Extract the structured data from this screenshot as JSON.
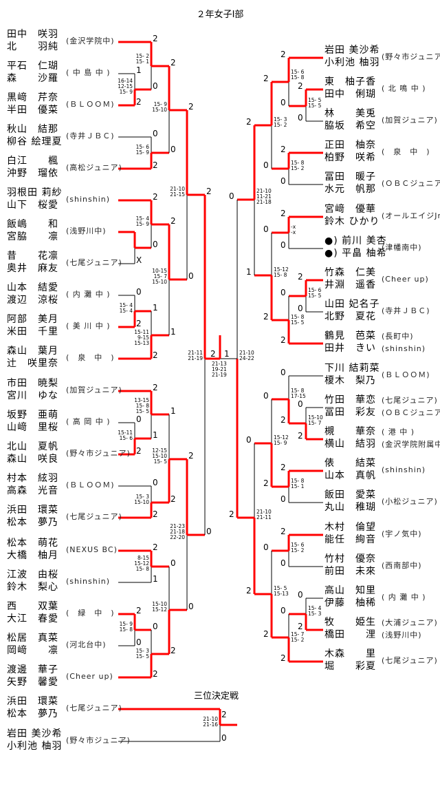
{
  "title": "２年女子Ⅰ部",
  "third_place_title": "三位決定戦",
  "colors": {
    "win": "#ff0000",
    "line": "#000000"
  },
  "left": {
    "entries": [
      {
        "players": [
          "田中　咲羽",
          "北　　羽純"
        ],
        "club": "(金沢学院中)"
      },
      {
        "players": [
          "平石　仁瑚",
          "森　　沙羅"
        ],
        "club": "( 中 島 中 )"
      },
      {
        "players": [
          "黒﨑　芹奈",
          "半田　優菜"
        ],
        "club": "(ＢＬＯＯＭ)"
      },
      {
        "players": [
          "秋山　結那",
          "柳谷 絵理夏"
        ],
        "club": "(寺井ＪＢＣ)"
      },
      {
        "players": [
          "白江　　楓",
          "沖野　瑠依"
        ],
        "club": "(高松ジュニア)"
      },
      {
        "players": [
          "羽根田 莉紗",
          "山下　桜愛"
        ],
        "club": "(shinshin)"
      },
      {
        "players": [
          "飯嶋　　和",
          "宮脇　　凛"
        ],
        "club": "(浅野川中)"
      },
      {
        "players": [
          "昔　　花凛",
          "奥井　麻友"
        ],
        "club": "(七尾ジュニア)"
      },
      {
        "players": [
          "山本　結愛",
          "渡辺　涼桜"
        ],
        "club": "( 内 灘 中 )"
      },
      {
        "players": [
          "阿部　美月",
          "米田　千里"
        ],
        "club": "( 美 川 中 )"
      },
      {
        "players": [
          "森山　葉月",
          "辻　咲里奈"
        ],
        "club": "(　泉　中　)"
      },
      {
        "players": [
          "市田　暁梨",
          "宮川　ゆな"
        ],
        "club": "(加賀ジュニア)"
      },
      {
        "players": [
          "坂野　亜萌",
          "山﨑　里桜"
        ],
        "club": "( 高 岡 中 )"
      },
      {
        "players": [
          "北山　夏帆",
          "森山　咲良"
        ],
        "club": "(野々市ジュニア)"
      },
      {
        "players": [
          "村本　絃羽",
          "高森　光音"
        ],
        "club": "(ＢＬＯＯＭ)"
      },
      {
        "players": [
          "浜田　環菜",
          "松本　夢乃"
        ],
        "club": "(七尾ジュニア)"
      },
      {
        "players": [
          "松本　萌花",
          "大橋　柚月"
        ],
        "club": "(NEXUS BC)"
      },
      {
        "players": [
          "江波　由桜",
          "鈴木　梨心"
        ],
        "club": "(shinshin)"
      },
      {
        "players": [
          "西　　双葉",
          "大江　春愛"
        ],
        "club": "(　緑　中　)"
      },
      {
        "players": [
          "松居　真菜",
          "岡﨑　　凛"
        ],
        "club": "(河北台中)"
      },
      {
        "players": [
          "渡邊　華子",
          "矢野　馨愛"
        ],
        "club": "(Cheer up)"
      }
    ],
    "matches": [
      {
        "a": "1",
        "b": "2",
        "winner": "b",
        "scores": [
          "16-14",
          "12-15",
          "15- 9"
        ]
      },
      {
        "a": "2",
        "b": "0",
        "winner": "a",
        "scores": [
          "15- 2",
          "15- 1"
        ]
      },
      {
        "a": "0",
        "b": "2",
        "winner": "b",
        "scores": [
          "15- 6",
          "15- 9"
        ]
      },
      {
        "a": "2",
        "b": "0",
        "winner": "a",
        "scores": [
          "15- 9",
          "15-10"
        ]
      },
      {
        "a": "",
        "b": "X",
        "winner": "a",
        "scores": []
      },
      {
        "a": "2",
        "b": "0",
        "winner": "a",
        "scores": [
          "15- 4",
          "15- 9"
        ]
      },
      {
        "a": "0",
        "b": "2",
        "winner": "b",
        "scores": [
          "15- 4",
          "15- 4"
        ]
      },
      {
        "a": "1",
        "b": "2",
        "winner": "b",
        "scores": [
          "15-11",
          "9-15",
          "15-13"
        ]
      },
      {
        "a": "2",
        "b": "1",
        "winner": "a",
        "scores": [
          "10-15",
          "15- 7",
          "15-10"
        ]
      },
      {
        "a": "2",
        "b": "0",
        "winner": "a",
        "scores": [
          "21-10",
          "21-15"
        ]
      },
      {
        "a": "0",
        "b": "2",
        "winner": "b",
        "scores": [
          "15-11",
          "15- 6"
        ]
      },
      {
        "a": "2",
        "b": "1",
        "winner": "a",
        "scores": [
          "13-15",
          "15- 8",
          "15- 5"
        ]
      },
      {
        "a": "0",
        "b": "2",
        "winner": "b",
        "scores": [
          "15- 3",
          "15-10"
        ]
      },
      {
        "a": "1",
        "b": "2",
        "winner": "b",
        "scores": [
          "12-15",
          "15-10",
          "15- 5"
        ]
      },
      {
        "a": "2",
        "b": "1",
        "winner": "a",
        "scores": [
          "8-15",
          "15-12",
          "15- 8"
        ]
      },
      {
        "a": "2",
        "b": "0",
        "winner": "a",
        "scores": [
          "15- 9",
          "15- 8"
        ]
      },
      {
        "a": "0",
        "b": "2",
        "winner": "b",
        "scores": [
          "15- 3",
          "15- 5"
        ]
      },
      {
        "a": "0",
        "b": "2",
        "winner": "b",
        "scores": [
          "15-10",
          "15-12"
        ]
      },
      {
        "a": "2",
        "b": "0",
        "winner": "a",
        "scores": [
          "21-23",
          "21-18",
          "22-20"
        ]
      },
      {
        "a": "2",
        "b": "0",
        "winner": "a",
        "scores": [
          "21-11",
          "21-19"
        ]
      }
    ]
  },
  "right": {
    "entries": [
      {
        "players": [
          "岩田 美沙希",
          "小利池 柚羽"
        ],
        "club": "(野々市ジュニア)"
      },
      {
        "players": [
          "東　柚子香",
          "田中　俐瑚"
        ],
        "club": "( 北 鳴 中 )"
      },
      {
        "players": [
          "林　　美兎",
          "脇坂　希空"
        ],
        "club": "(加賀ジュニア)"
      },
      {
        "players": [
          "正田　柚奈",
          "柏野　咲希"
        ],
        "club": "(　泉　中　)"
      },
      {
        "players": [
          "冨田　暖子",
          "水元　帆那"
        ],
        "club": "(ＯＢＣジュニア)"
      },
      {
        "players": [
          "宮﨑　優華",
          "鈴木 ひかり"
        ],
        "club": "(オールエイジJr)"
      },
      {
        "players": [
          "●) 前川 美杏",
          "●) 平畠 柚希"
        ],
        "club": "(津幡南中)"
      },
      {
        "players": [
          "竹森　仁美",
          "井淵　遥香"
        ],
        "club": "(Cheer up)"
      },
      {
        "players": [
          "山田 妃名子",
          "北野　夏花"
        ],
        "club": "(寺井ＪＢＣ)"
      },
      {
        "players": [
          "鶴見　芭菜",
          "田井　きい"
        ],
        "clubs": [
          "(長町中)",
          "(shinshin)"
        ]
      },
      {
        "players": [
          "下川 結莉菜",
          "榎木　梨乃"
        ],
        "club": "(ＢＬＯＯＭ)"
      },
      {
        "players": [
          "竹田　華恋",
          "冨田　彩友"
        ],
        "clubs": [
          "(七尾ジュニア)",
          "(ＯＢＣジュニア)"
        ]
      },
      {
        "players": [
          "槻　　華奈",
          "横山　結羽"
        ],
        "clubs": [
          "( 港 中 )",
          "(金沢学院附属中)"
        ]
      },
      {
        "players": [
          "俵　　結菜",
          "山本　真帆"
        ],
        "club": "(shinshin)"
      },
      {
        "players": [
          "飯田　愛菜",
          "丸山　稚瑚"
        ],
        "club": "(小松ジュニア)"
      },
      {
        "players": [
          "木村　倫望",
          "能任　絢音"
        ],
        "club": "(宇ノ気中)"
      },
      {
        "players": [
          "竹村　優奈",
          "前田　未來"
        ],
        "club": "(西南部中)"
      },
      {
        "players": [
          "高山　知里",
          "伊藤　柚稀"
        ],
        "club": "( 内 灘 中 )"
      },
      {
        "players": [
          "牧　　姫生",
          "橋田　　浬"
        ],
        "clubs": [
          "(大浦ジュニア)",
          "(浅野川中)"
        ]
      },
      {
        "players": [
          "木森　　里",
          "堀　　彩夏"
        ],
        "club": "(七尾ジュニア)"
      }
    ],
    "matches": [
      {
        "a": "2",
        "b": "0",
        "winner": "a",
        "scores": [
          "15- 5",
          "15- 5"
        ]
      },
      {
        "a": "2",
        "b": "0",
        "winner": "a",
        "scores": [
          "15- 6",
          "15- 8"
        ]
      },
      {
        "a": "2",
        "b": "0",
        "winner": "a",
        "scores": [
          "15- 8",
          "15- 2"
        ]
      },
      {
        "a": "2",
        "b": "0",
        "winner": "a",
        "scores": [
          "15- 3",
          "15- 2"
        ]
      },
      {
        "a": "2",
        "b": "0",
        "winner": "a",
        "scores": [
          "-x",
          "-x"
        ]
      },
      {
        "a": "2",
        "b": "0",
        "winner": "a",
        "scores": [
          "15- 6",
          "15- 5"
        ]
      },
      {
        "a": "0",
        "b": "2",
        "winner": "b",
        "scores": [
          "15- 8",
          "15- 5"
        ]
      },
      {
        "a": "0",
        "b": "2",
        "winner": "b",
        "scores": [
          "15-12",
          "15- 8"
        ]
      },
      {
        "a": "2",
        "b": "1",
        "winner": "a",
        "scores": [
          "21-10",
          "11-21",
          "21-18"
        ]
      },
      {
        "a": "0",
        "b": "2",
        "winner": "b",
        "scores": [
          "15-10",
          "15- 7"
        ]
      },
      {
        "a": "0",
        "b": "2",
        "winner": "b",
        "scores": [
          "15- 8",
          "17-15"
        ]
      },
      {
        "a": "2",
        "b": "0",
        "winner": "a",
        "scores": [
          "15- 8",
          "15- 1"
        ]
      },
      {
        "a": "0",
        "b": "2",
        "winner": "b",
        "scores": [
          "15-12",
          "15- 9"
        ]
      },
      {
        "a": "2",
        "b": "0",
        "winner": "a",
        "scores": [
          "15- 6",
          "15- 2"
        ]
      },
      {
        "a": "0",
        "b": "2",
        "winner": "b",
        "scores": [
          "15- 4",
          "15- 3"
        ]
      },
      {
        "a": "0",
        "b": "2",
        "winner": "b",
        "scores": [
          "15- 7",
          "15- 2"
        ]
      },
      {
        "a": "0",
        "b": "2",
        "winner": "b",
        "scores": [
          "15- 5",
          "15-13"
        ]
      },
      {
        "a": "0",
        "b": "2",
        "winner": "b",
        "scores": [
          "21-10",
          "21-11"
        ]
      },
      {
        "a": "0",
        "b": "2",
        "winner": "b",
        "scores": [
          "21-10",
          "24-22"
        ]
      }
    ]
  },
  "final": {
    "left": "2",
    "right": "1",
    "winner": "left",
    "scores": [
      "21-13",
      "19-21",
      "21-19"
    ]
  },
  "third_place": {
    "entries": [
      {
        "players": [
          "浜田　環菜",
          "松本　夢乃"
        ],
        "club": "(七尾ジュニア)"
      },
      {
        "players": [
          "岩田 美沙希",
          "小利池 柚羽"
        ],
        "club": "(野々市ジュニア)"
      }
    ],
    "match": {
      "a": "2",
      "b": "0",
      "winner": "a",
      "scores": [
        "21-10",
        "21-16"
      ]
    }
  }
}
